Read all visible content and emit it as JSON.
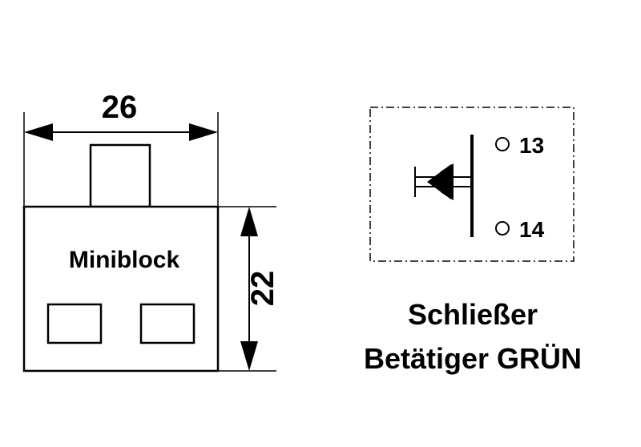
{
  "dimensions": {
    "width_label": "26",
    "height_label": "22"
  },
  "block": {
    "label": "Miniblock"
  },
  "schematic": {
    "terminal_top": "13",
    "terminal_bottom": "14"
  },
  "caption": {
    "line1": "Schließer",
    "line2": "Betätiger GRÜN"
  }
}
